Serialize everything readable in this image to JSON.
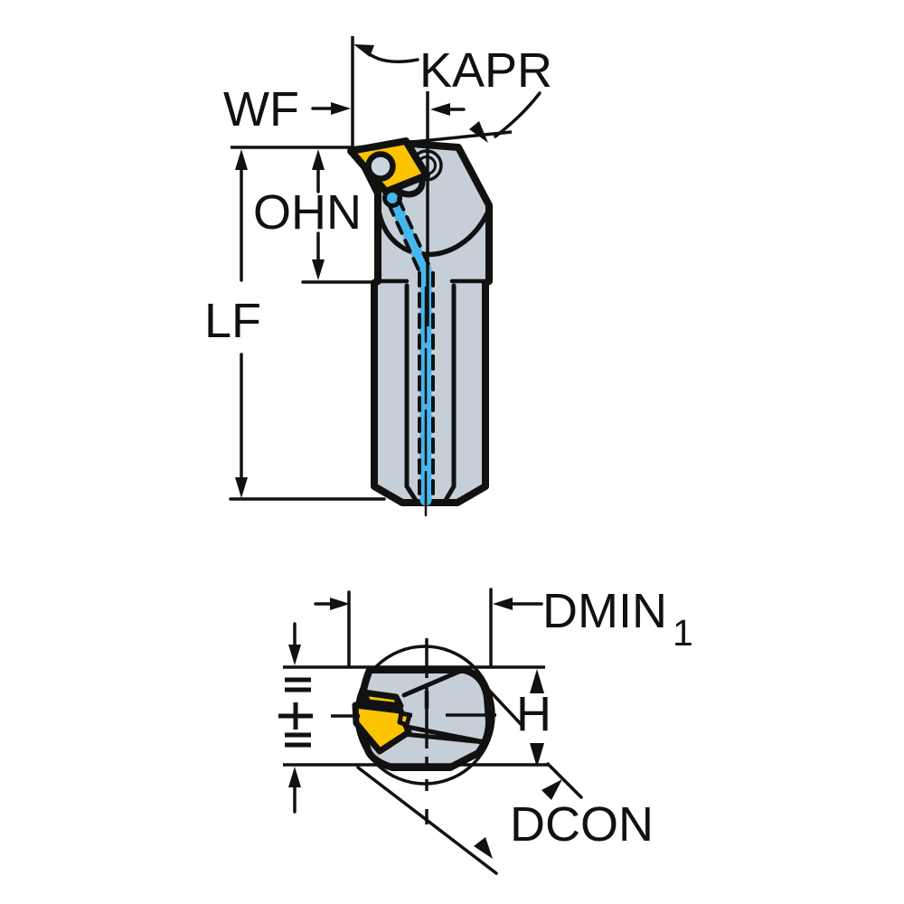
{
  "diagram": {
    "type": "tool-dimension-drawing",
    "labels": {
      "kapr": "KAPR",
      "wf": "WF",
      "ohn": "OHN",
      "lf": "LF",
      "dmin": "DMIN",
      "dmin_sub": "1",
      "h": "H",
      "dcon": "DCON"
    },
    "colors": {
      "outline": "#111111",
      "body": "#c6cfd7",
      "body_light": "#cdd5dc",
      "insert": "#fcc400",
      "coolant": "#47b6ee",
      "background": "#ffffff"
    }
  }
}
